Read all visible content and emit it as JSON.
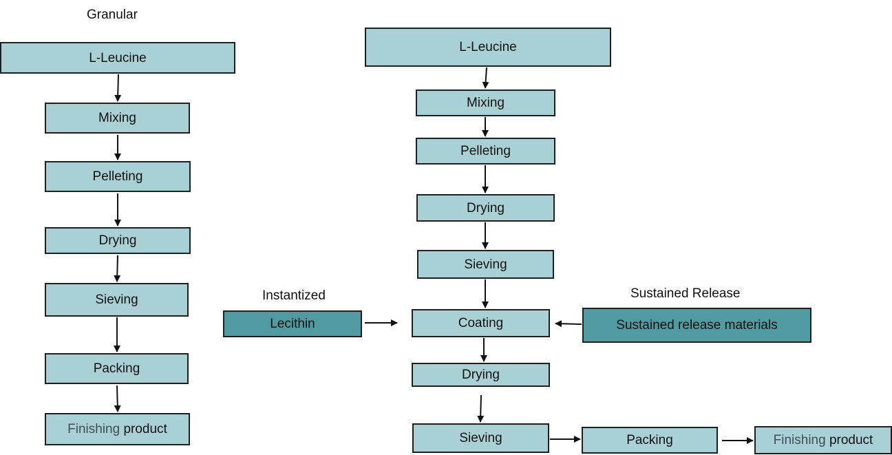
{
  "granular": {
    "heading": "Granular",
    "steps": {
      "leucine": "L-Leucine",
      "mixing": "Mixing",
      "pelleting": "Pelleting",
      "drying": "Drying",
      "sieving": "Sieving",
      "packing": "Packing",
      "finishing_word": "Finishing",
      "finishing_rest": " product"
    }
  },
  "instantized": {
    "heading": "Instantized",
    "input": "Lecithin"
  },
  "sustained": {
    "heading": "Sustained Release",
    "input": "Sustained release materials"
  },
  "coated": {
    "leucine": "L-Leucine",
    "mixing": "Mixing",
    "pelleting": "Pelleting",
    "drying_1": "Drying",
    "sieving_1": "Sieving",
    "coating": "Coating",
    "drying_2": "Drying",
    "sieving_2": "Sieving",
    "packing": "Packing",
    "finishing_word": "Finishing",
    "finishing_rest": " product"
  },
  "colors": {
    "light_box": "#a8d0d5",
    "dark_box": "#4f9ba1",
    "border": "#1f1f1f"
  }
}
